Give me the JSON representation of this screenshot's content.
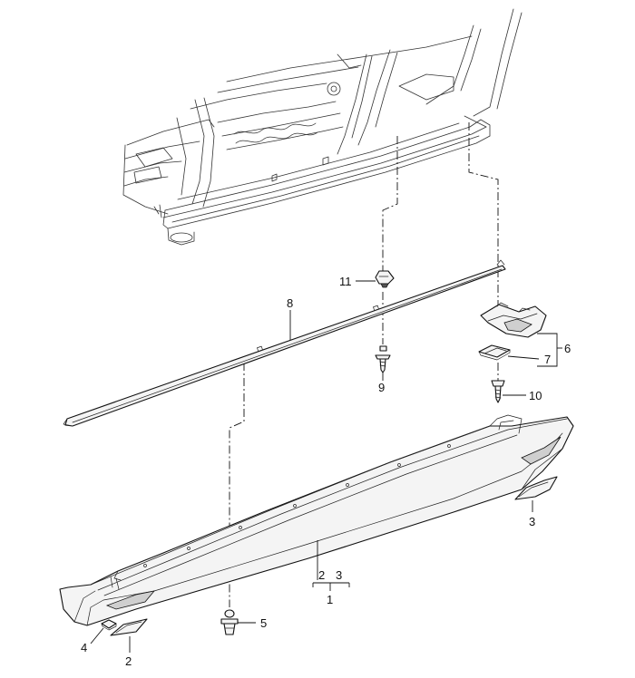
{
  "callouts": {
    "c1": "1",
    "c2": "2",
    "c2b": "2",
    "c3": "3",
    "c3b": "3",
    "c4": "4",
    "c5": "5",
    "c6": "6",
    "c7": "7",
    "c8": "8",
    "c9": "9",
    "c10": "10",
    "c11": "11"
  }
}
